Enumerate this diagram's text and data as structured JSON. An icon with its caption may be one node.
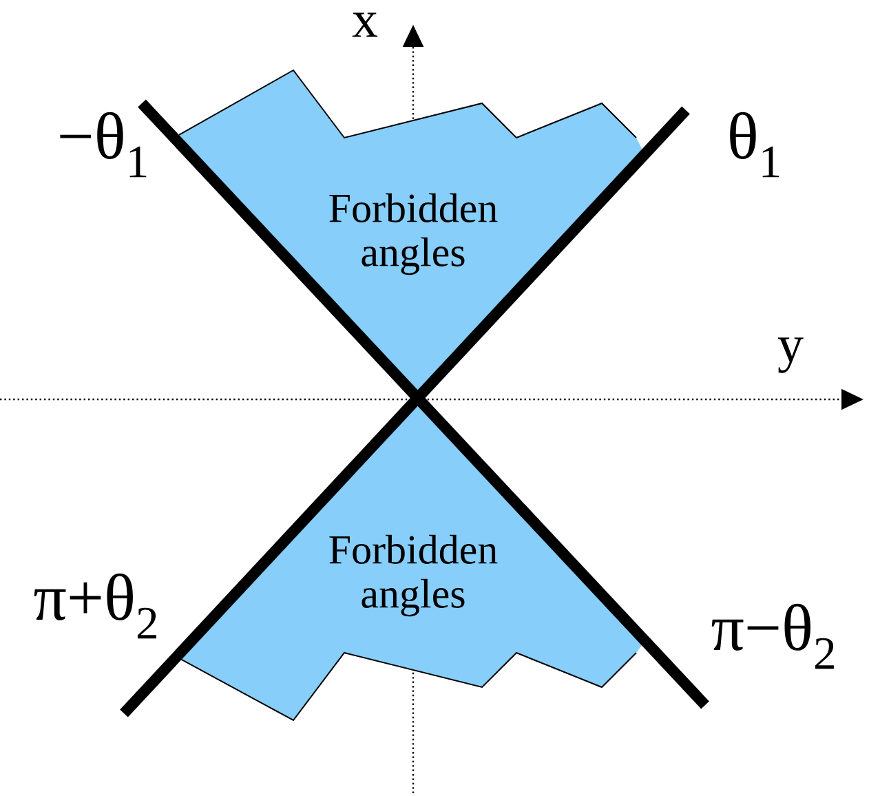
{
  "diagram": {
    "nodes": [
      {
        "text": [
          "Forbidden angles"
        ]
      },
      {
        "text": [
          "Forbidden angles"
        ]
      }
    ],
    "labels": [
      "x",
      "−θ$_{1}$",
      "θ$_{1}$",
      "y",
      "π+θ$_{2}$",
      "π−θ$_{2}$"
    ]
  }
}
